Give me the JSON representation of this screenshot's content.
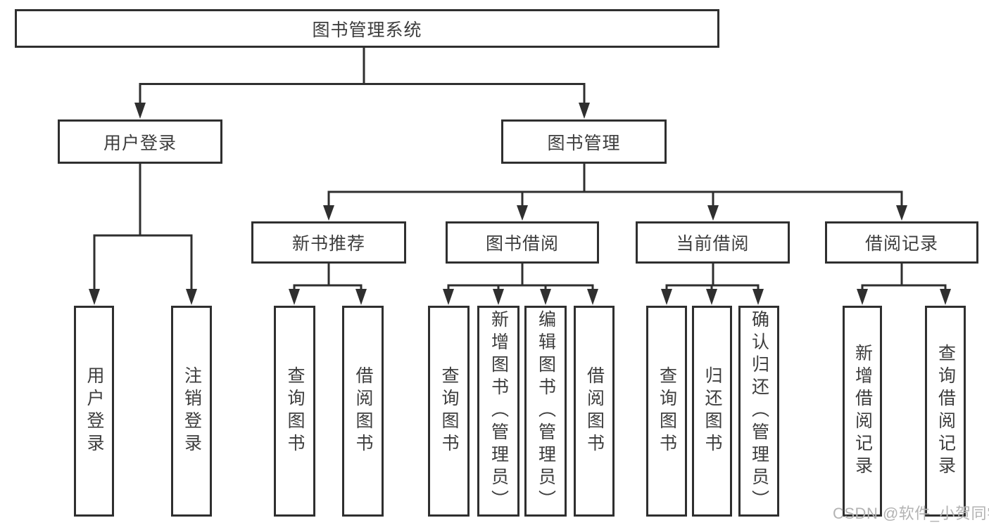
{
  "tree": {
    "label": "图书管理系统",
    "children": [
      {
        "label": "用户登录",
        "children": [
          {
            "label": "用户登录"
          },
          {
            "label": "注销登录"
          }
        ]
      },
      {
        "label": "图书管理",
        "children": [
          {
            "label": "新书推荐",
            "children": [
              {
                "label": "查询图书"
              },
              {
                "label": "借阅图书"
              }
            ]
          },
          {
            "label": "图书借阅",
            "children": [
              {
                "label": "查询图书"
              },
              {
                "label": "新增图书（管理员）"
              },
              {
                "label": "编辑图书（管理员）"
              },
              {
                "label": "借阅图书"
              }
            ]
          },
          {
            "label": "当前借阅",
            "children": [
              {
                "label": "查询图书"
              },
              {
                "label": "归还图书"
              },
              {
                "label": "确认归还（管理员）"
              }
            ]
          },
          {
            "label": "借阅记录",
            "children": [
              {
                "label": "新增借阅记录"
              },
              {
                "label": "查询借阅记录"
              }
            ]
          }
        ]
      }
    ]
  },
  "watermark": "CSDN @软件_小贺同学",
  "colors": {
    "line": "#2f2f2f",
    "text": "#3d3d3d",
    "watermark": "#b3b3b3",
    "background": "#ffffff"
  }
}
